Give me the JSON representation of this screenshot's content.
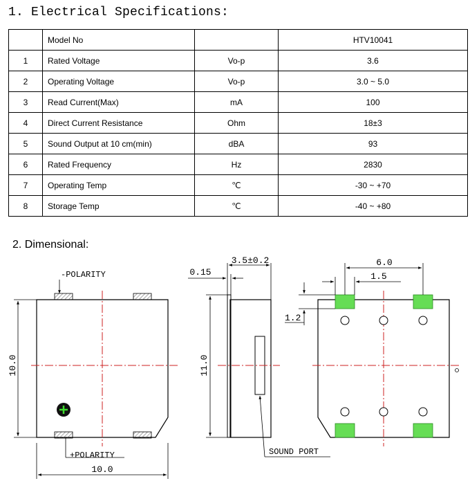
{
  "section1": {
    "title": "1. Electrical Specifications:"
  },
  "table": {
    "header": {
      "no": "",
      "item": "Model No",
      "unit": "",
      "value": "HTV10041"
    },
    "rows": [
      {
        "no": "1",
        "item": "Rated Voltage",
        "unit": "Vo-p",
        "value": "3.6"
      },
      {
        "no": "2",
        "item": "Operating Voltage",
        "unit": "Vo-p",
        "value": "3.0 ~ 5.0"
      },
      {
        "no": "3",
        "item": "Read Current(Max)",
        "unit": "mA",
        "value": "100"
      },
      {
        "no": "4",
        "item": "Direct Current Resistance",
        "unit": "Ohm",
        "value": "18±3"
      },
      {
        "no": "5",
        "item": "Sound Output at 10 cm(min)",
        "unit": "dBA",
        "value": "93"
      },
      {
        "no": "6",
        "item": "Rated Frequency",
        "unit": "Hz",
        "value": "2830"
      },
      {
        "no": "7",
        "item": "Operating Temp",
        "unit": "℃",
        "value": "-30 ~ +70"
      },
      {
        "no": "8",
        "item": "Storage Temp",
        "unit": "℃",
        "value": "-40 ~ +80"
      }
    ]
  },
  "section2": {
    "title": "2. Dimensional:"
  },
  "drawing": {
    "neg_polarity": "-POLARITY",
    "pos_polarity": "+POLARITY",
    "width_dim": "10.0",
    "height_dim": "10.0",
    "thickness_dim": "3.5±0.2",
    "lid_dim": "0.15",
    "side_height_dim": "11.0",
    "sound_port": "SOUND PORT",
    "pad_spacing": "6.0",
    "pad_offset": "1.5",
    "pad_height": "1.2",
    "colors": {
      "pad_green": "#66dd55",
      "center_line": "#cc2222",
      "hatch": "#555555"
    }
  }
}
